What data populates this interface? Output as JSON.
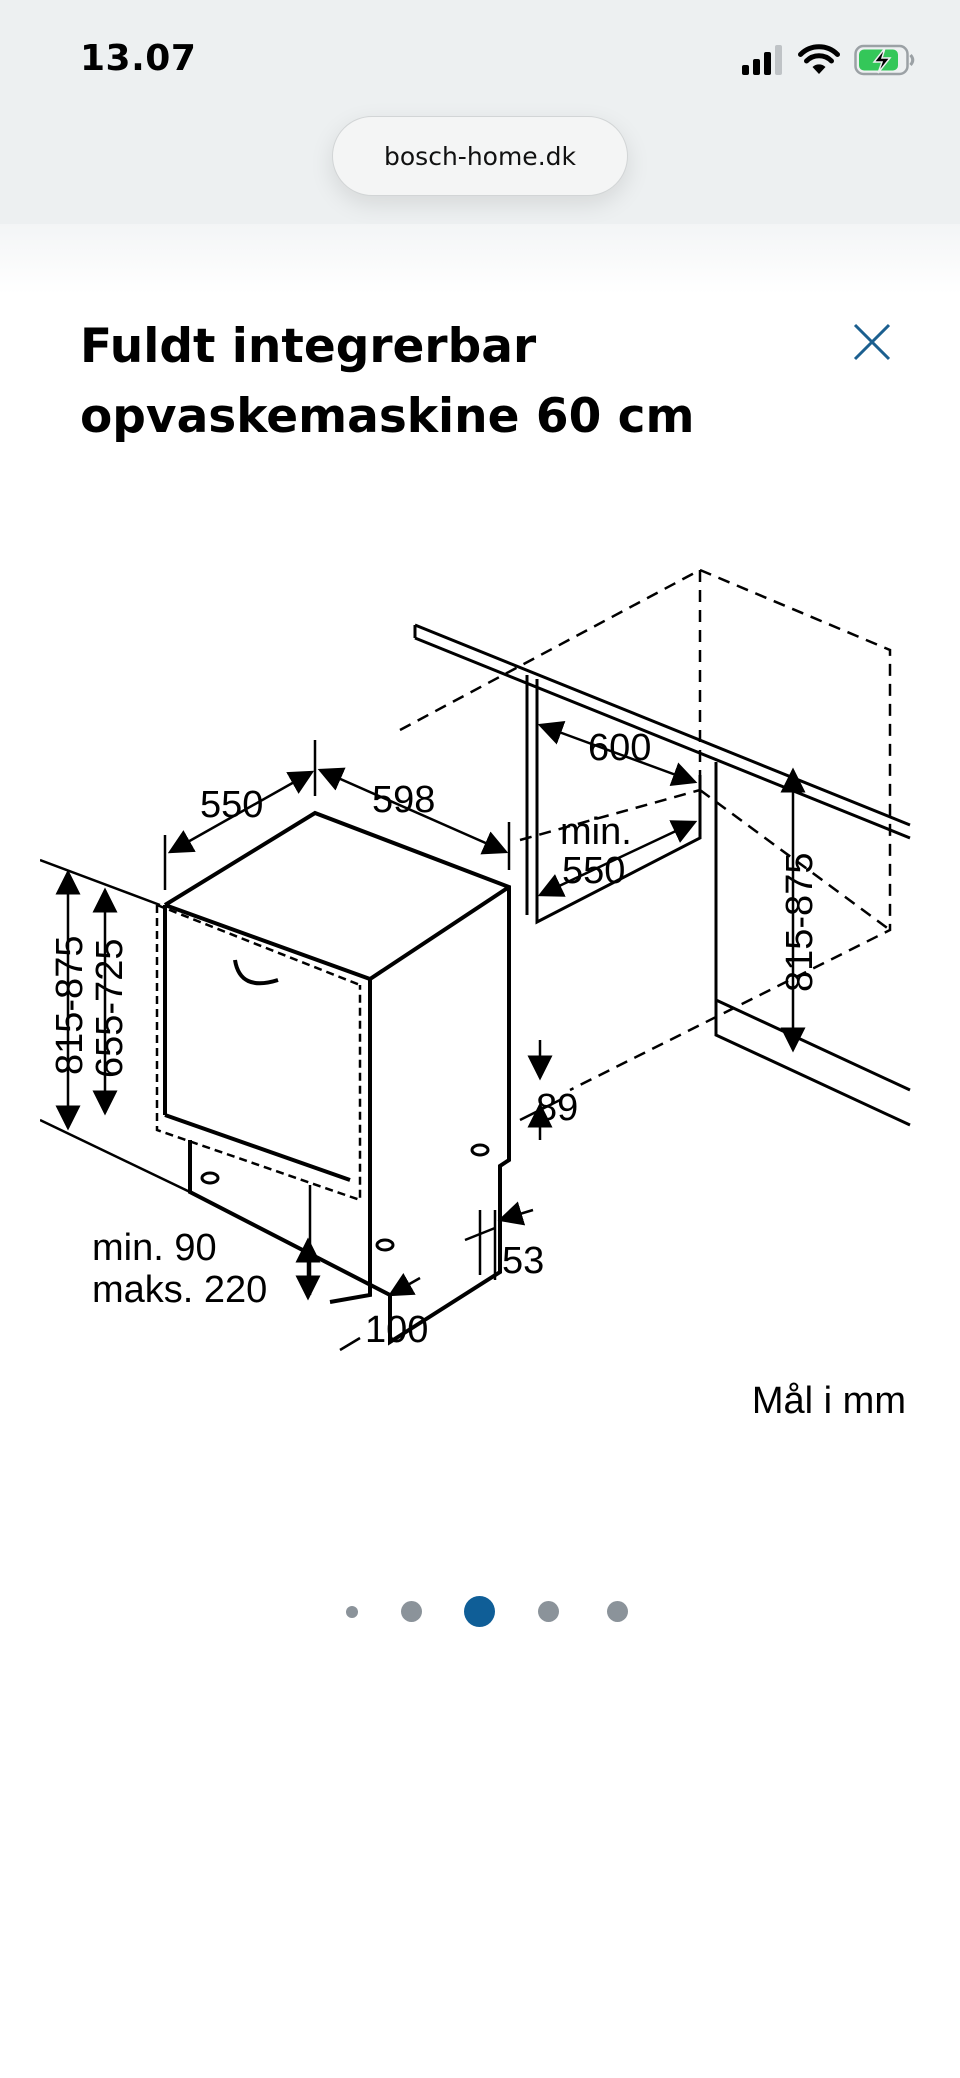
{
  "status_bar": {
    "time": "13.07",
    "icons": [
      "cellular-signal-icon",
      "wifi-icon",
      "battery-charging-icon"
    ],
    "battery_color": "#34c759"
  },
  "browser": {
    "url": "bosch-home.dk"
  },
  "modal": {
    "title_line1": "Fuldt integrerbar",
    "title_line2": "opvaskemaskine 60 cm",
    "close_icon": "close-icon",
    "close_color": "#1b5f8f"
  },
  "diagram": {
    "labels": {
      "depth_550": "550",
      "width_598": "598",
      "niche_600": "600",
      "min_550_line1": "min.",
      "min_550_line2": "550",
      "height_815_875_left": "815-875",
      "height_655_725": "655-725",
      "height_815_875_right": "815-875",
      "plinth_89": "89",
      "plinth_53": "53",
      "min90_line1": "min. 90",
      "maks220_line2": "maks. 220",
      "depth_100": "100"
    },
    "units_note": "Mål i mm"
  },
  "carousel": {
    "total": 5,
    "active_index": 2,
    "active_color": "#0f5e97",
    "inactive_color": "#8b939a"
  }
}
